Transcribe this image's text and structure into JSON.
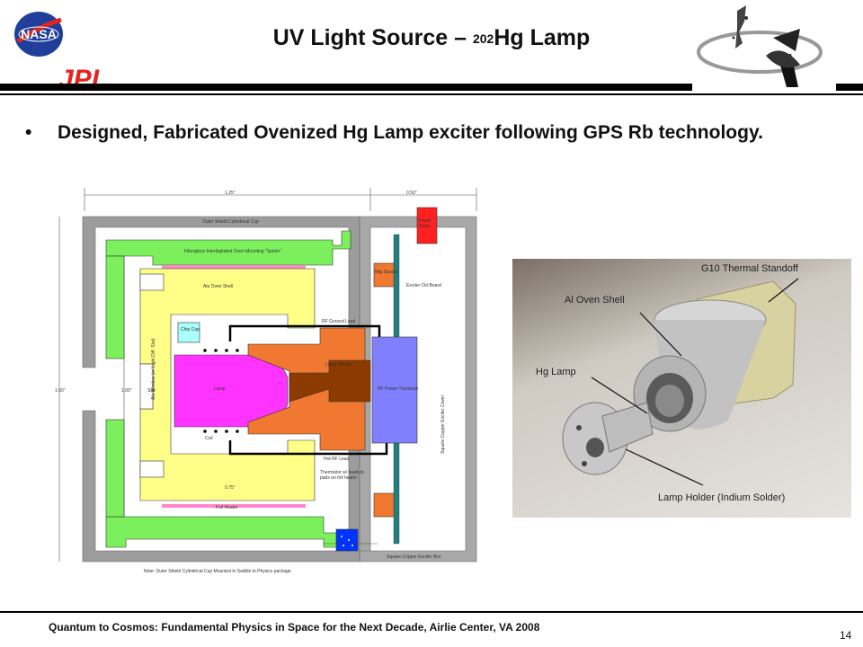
{
  "header": {
    "title_prefix": "UV Light Source – ",
    "title_isotope": "202",
    "title_suffix": "Hg Lamp",
    "nasa_logo_text": "NASA",
    "jpl_logo_text": "JPL"
  },
  "bullet": {
    "symbol": "•",
    "text": "Designed, Fabricated Ovenized Hg Lamp exciter following GPS Rb technology."
  },
  "diagram": {
    "dim_top_left": "1.25\"",
    "dim_top_right": "0.50\"",
    "dim_left_outer": "1.50\"",
    "dim_left_inner": "1.00\"",
    "dim_bottom": "0.75\"",
    "outer_shield": "Outer Shield Cylindrical Cup",
    "spider": "Fiberglass Interdigitated Oven Mounting \"Spider\"",
    "alu_oven_shell": "Alu Oven Shell",
    "chip_cap": "Chip Cap",
    "rf_ground_lead": "RF Ground Lead",
    "lamp": "Lamp",
    "lamp_holder": "Lamp Holder",
    "mtg_spacer": "Mtg Spacer",
    "exciter_ckt_board": "Exciter Ckt Board",
    "rf_power_transistor": "RF Power Transistor",
    "slot": "Slot",
    "alu_window": "Alu Window (w/ Light Diff. Slot)",
    "coil": "Coil",
    "hot_rf_lead": "Hot RF Lead",
    "thermistor": "Thermistor w/ leads to pads on foil heater",
    "foil_heater": "Foil Heater",
    "square_cover": "Square Copper Exciter Cover",
    "square_box": "Square Copper Exciter Box",
    "note": "Note: Outer Shield Cylindrical Cup Mounted in Saddle to Physics package",
    "red_label": "Power Xistor"
  },
  "photo": {
    "g10": "G10 Thermal Standoff",
    "al_oven_shell": "Al Oven Shell",
    "hg_lamp": "Hg Lamp",
    "lamp_holder": "Lamp Holder (Indium Solder)"
  },
  "footer": {
    "text": "Quantum to Cosmos: Fundamental Physics in Space for the Next Decade, Airlie Center, VA 2008",
    "page": "14"
  },
  "colors": {
    "green": "#7cf05c",
    "yellow": "#ffff88",
    "magenta": "#ff33ff",
    "orange": "#f07830",
    "brown": "#8b3a00",
    "blue": "#8080ff",
    "teal": "#208080",
    "red": "#ff2020"
  }
}
